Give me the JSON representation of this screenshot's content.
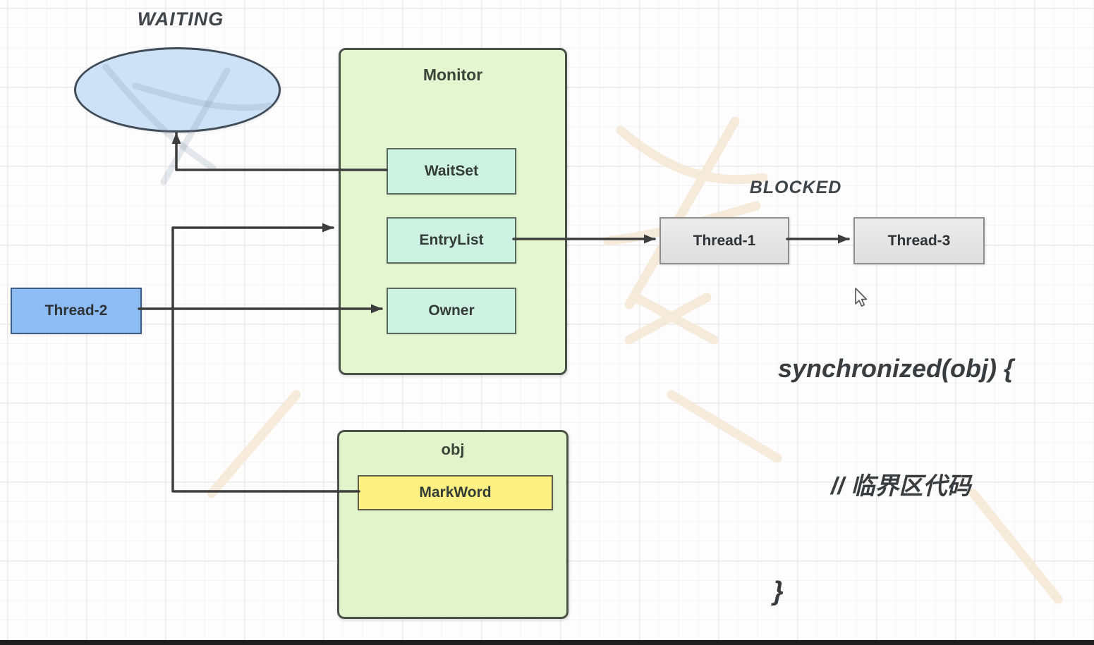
{
  "labels": {
    "waiting": "WAITING",
    "blocked": "BLOCKED"
  },
  "monitor": {
    "title": "Monitor",
    "wait_set": "WaitSet",
    "entry_list": "EntryList",
    "owner": "Owner"
  },
  "object_box": {
    "title": "obj",
    "mark_word": "MarkWord"
  },
  "threads": {
    "thread_1": "Thread-1",
    "thread_2": "Thread-2",
    "thread_3": "Thread-3"
  },
  "code": {
    "open": "synchronized(obj) {",
    "comment": "// 临界区代码",
    "close": "}"
  },
  "colors": {
    "grid_minor": "#f4f4f4",
    "grid_major": "#eaeaea",
    "monitor_fill": "#e4f6cf",
    "obj_fill": "#e1f4cc",
    "teal_fill": "#cdf2e2",
    "markword_fill": "#fcf182",
    "thread_gray_fill": "#dedede",
    "thread_blue_fill": "#8dbcf4",
    "ellipse_fill": "#cde1f7",
    "line": "#3d3d3d"
  }
}
